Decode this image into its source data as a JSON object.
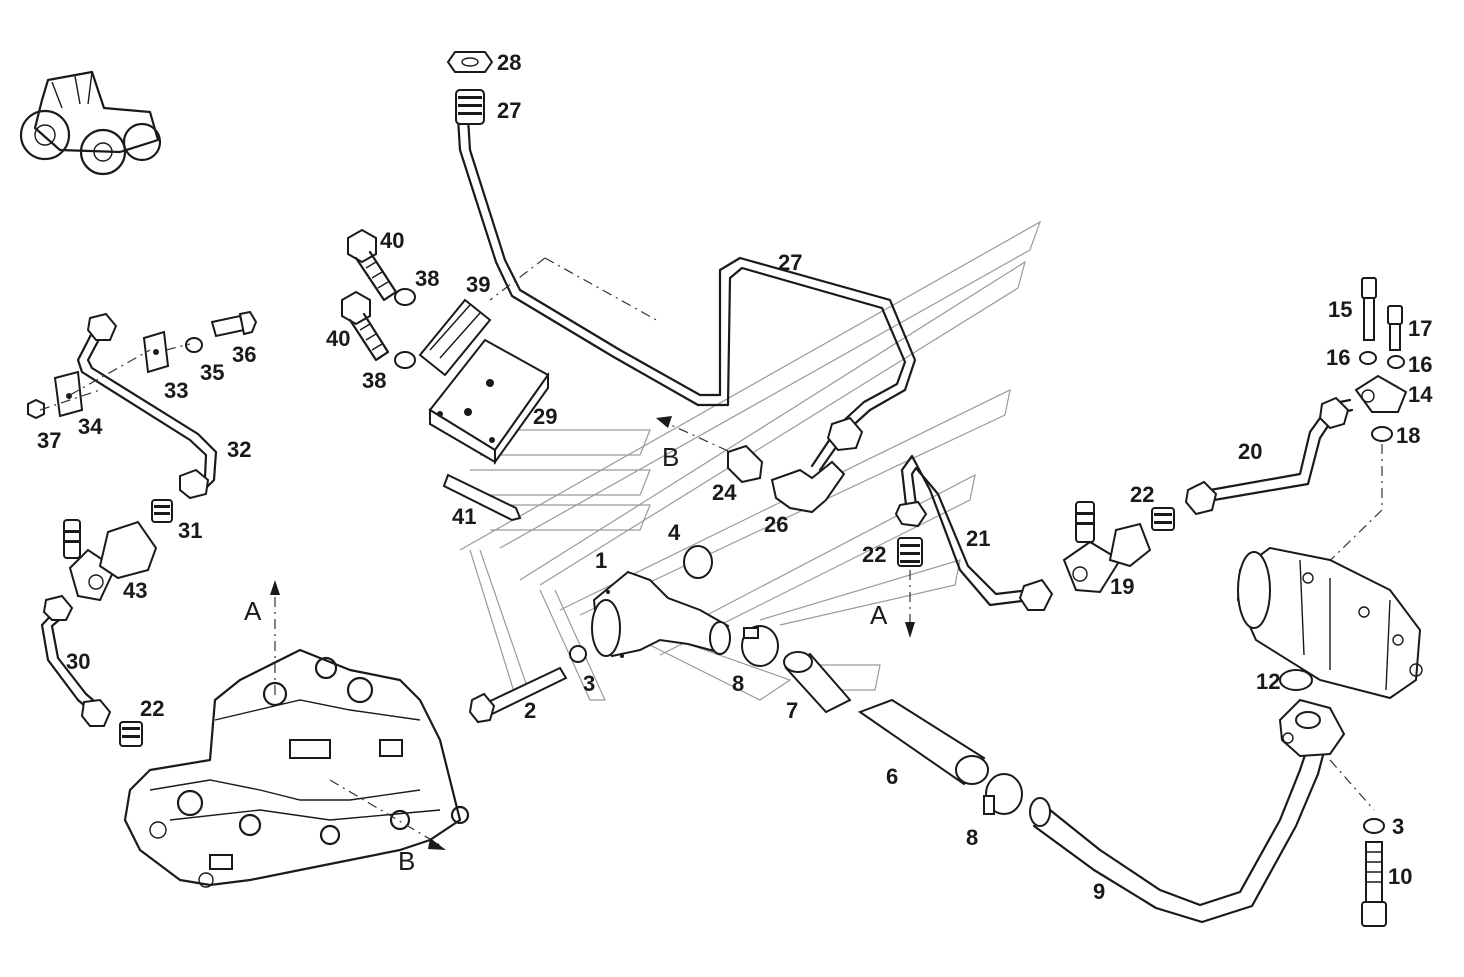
{
  "diagram": {
    "callouts": [
      {
        "id": "c28",
        "text": "28"
      },
      {
        "id": "c27a",
        "text": "27"
      },
      {
        "id": "c27b",
        "text": "27"
      },
      {
        "id": "c40a",
        "text": "40"
      },
      {
        "id": "c38a",
        "text": "38"
      },
      {
        "id": "c39",
        "text": "39"
      },
      {
        "id": "c40b",
        "text": "40"
      },
      {
        "id": "c38b",
        "text": "38"
      },
      {
        "id": "c29",
        "text": "29"
      },
      {
        "id": "c36",
        "text": "36"
      },
      {
        "id": "c35",
        "text": "35"
      },
      {
        "id": "c33",
        "text": "33"
      },
      {
        "id": "c37",
        "text": "37"
      },
      {
        "id": "c34",
        "text": "34"
      },
      {
        "id": "c32",
        "text": "32"
      },
      {
        "id": "c31",
        "text": "31"
      },
      {
        "id": "c43",
        "text": "43"
      },
      {
        "id": "c30",
        "text": "30"
      },
      {
        "id": "c22a",
        "text": "22"
      },
      {
        "id": "c41",
        "text": "41"
      },
      {
        "id": "c24",
        "text": "24"
      },
      {
        "id": "c26",
        "text": "26"
      },
      {
        "id": "c4",
        "text": "4"
      },
      {
        "id": "c1",
        "text": "1"
      },
      {
        "id": "c3a",
        "text": "3"
      },
      {
        "id": "c2",
        "text": "2"
      },
      {
        "id": "c8a",
        "text": "8"
      },
      {
        "id": "c7",
        "text": "7"
      },
      {
        "id": "c22b",
        "text": "22"
      },
      {
        "id": "c21",
        "text": "21"
      },
      {
        "id": "c6",
        "text": "6"
      },
      {
        "id": "c8b",
        "text": "8"
      },
      {
        "id": "c9",
        "text": "9"
      },
      {
        "id": "c22c",
        "text": "22"
      },
      {
        "id": "c19",
        "text": "19"
      },
      {
        "id": "c20",
        "text": "20"
      },
      {
        "id": "c15",
        "text": "15"
      },
      {
        "id": "c17",
        "text": "17"
      },
      {
        "id": "c16a",
        "text": "16"
      },
      {
        "id": "c16b",
        "text": "16"
      },
      {
        "id": "c14",
        "text": "14"
      },
      {
        "id": "c18",
        "text": "18"
      },
      {
        "id": "c12",
        "text": "12"
      },
      {
        "id": "c3b",
        "text": "3"
      },
      {
        "id": "c10",
        "text": "10"
      }
    ],
    "markers": [
      {
        "id": "mA1",
        "text": "A"
      },
      {
        "id": "mB1",
        "text": "B"
      },
      {
        "id": "mB2",
        "text": "B"
      },
      {
        "id": "mA2",
        "text": "A"
      }
    ]
  }
}
